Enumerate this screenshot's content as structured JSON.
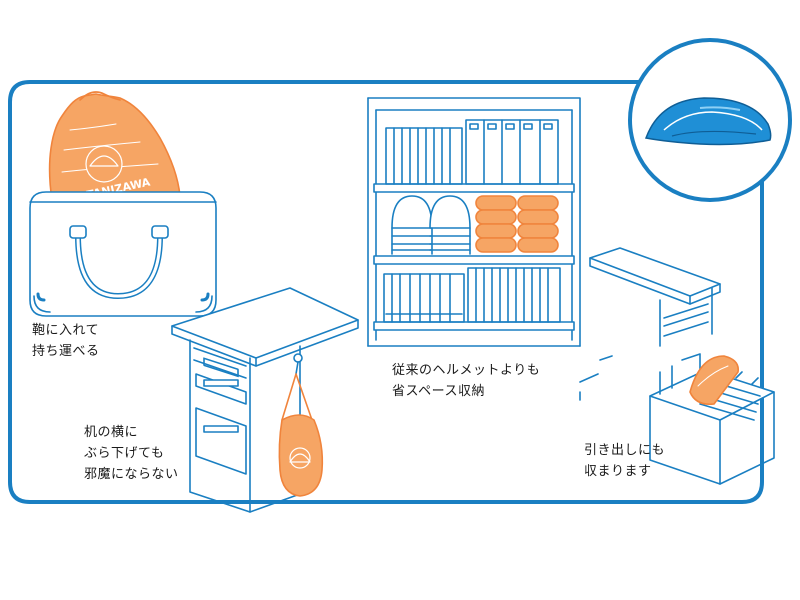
{
  "colors": {
    "line": "#1a7fc2",
    "accent": "#f0843c",
    "accent_fill": "#f6a564",
    "text": "#1a1a1a"
  },
  "bag_brand": "TANIZAWA",
  "captions": {
    "bag": {
      "line1": "鞄に入れて",
      "line2": "持ち運べる"
    },
    "hang": {
      "line1": "机の横に",
      "line2": "ぶら下げても",
      "line3": "邪魔にならない"
    },
    "shelf": {
      "line1": "従来のヘルメットよりも",
      "line2": "省スペース収納"
    },
    "drawer": {
      "line1": "引き出しにも",
      "line2": "収まります"
    }
  },
  "icons": {
    "helmet_inset": "folded-helmet-icon"
  }
}
